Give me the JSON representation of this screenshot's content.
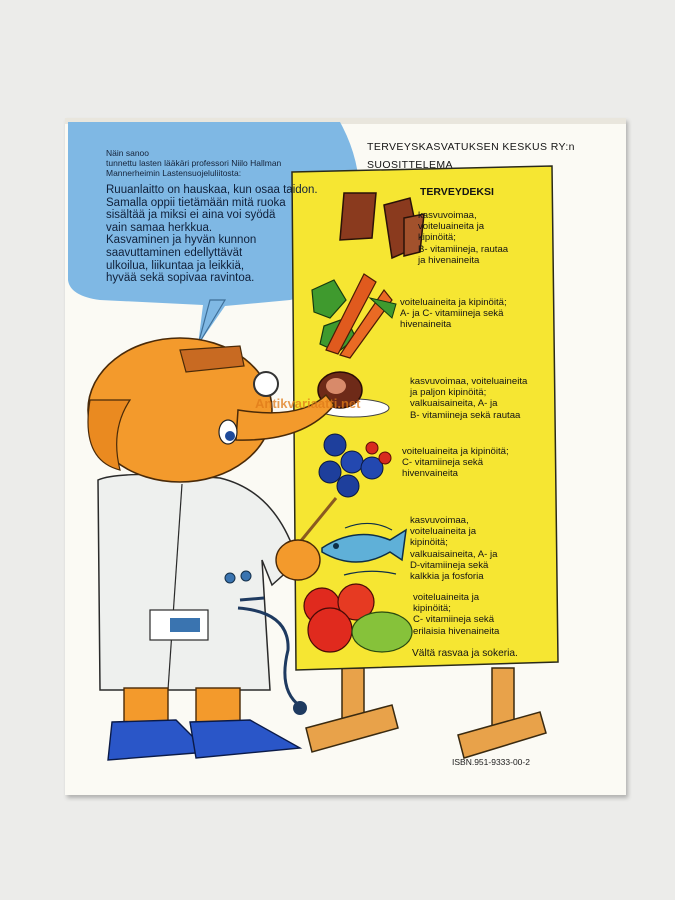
{
  "header": {
    "line1": "TERVEYSKASVATUKSEN KESKUS RY:n",
    "line2": "SUOSITTELEMA"
  },
  "speech_bubble": {
    "intro": "Näin sanoo\ntunnettu lasten lääkäri professori Niilo Hallman\nMannerheimin Lastensuojeluliitosta:",
    "main": "Ruuanlaitto on hauskaa, kun osaa taidon.\nSamalla oppii tietämään mitä ruoka\nsisältää ja miksi ei aina voi syödä\nvain samaa herkkua.\nKasvaminen ja hyvän kunnon\nsaavuttaminen edellyttävät\nulkoilua, liikuntaa ja leikkiä,\nhyvää sekä sopivaa ravintoa."
  },
  "board": {
    "title": "TERVEYDEKSI",
    "items": [
      {
        "food_icon": "bread-icon",
        "text": "kasvuvoimaa,\nvoiteluaineita ja\nkipinöitä;\nB- vitamiineja, rautaa\nja hivenaineita"
      },
      {
        "food_icon": "carrot-icon",
        "text": "voiteluaineita ja kipinöitä;\nA- ja C- vitamiineja sekä\nhivenaineita"
      },
      {
        "food_icon": "meat-icon",
        "text": "kasvuvoimaa, voiteluaineita\nja paljon kipinöitä;\nvalkuaisaineita, A- ja\nB- vitamiineja sekä rautaa"
      },
      {
        "food_icon": "blueberry-icon",
        "text": "voiteluaineita ja kipinöitä;\nC- vitamiineja sekä\nhivenvaineita"
      },
      {
        "food_icon": "fish-icon",
        "text": "kasvuvoimaa,\nvoiteluaineita ja\nkipinöitä;\nvalkuaisaineita, A- ja\nD-vitamiineja sekä\nkalkkia ja fosforia"
      },
      {
        "food_icon": "fruit-icon",
        "text": "voiteluaineita ja\nkipinöitä;\nC- vitamiineja sekä\nerilaisia hivenaineita"
      }
    ],
    "footer": "Vältä rasvaa ja sokeria."
  },
  "isbn": "ISBN.951-9333-00-2",
  "watermark": "Antikvariaatti.net",
  "colors": {
    "bubble": "#7fb8e4",
    "board": "#f6e632",
    "elephant": "#f39a2c",
    "easel_wood": "#e8a24a",
    "coat": "#eef0ee"
  }
}
